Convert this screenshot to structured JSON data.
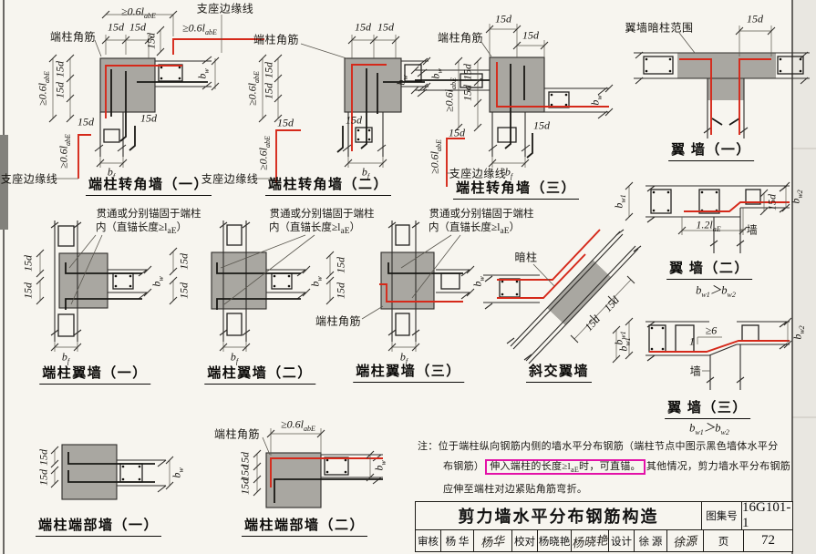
{
  "dims": {
    "d15": "15d",
    "ge06l": "≥0.6l",
    "sub_labE": "abE",
    "sub_laE": "aE",
    "b": "b",
    "sub_f": "f",
    "sub_w": "w",
    "sub_w1": "w1",
    "sub_w2": "w2",
    "l12": "1.2l",
    "ge6": "≥6",
    "one": "1",
    "gt": "＞"
  },
  "labels": {
    "corner_bar": "端柱角筋",
    "support_edge": "支座边缘线",
    "anchor1": "贯通或分别锚固于端柱",
    "anchor2a": "内（直锚长度≥l",
    "anchor2b": "）",
    "wing_range": "翼墙暗柱范围",
    "hidden_column": "暗柱",
    "wall": "墙"
  },
  "titles": {
    "d1": "端柱转角墙（一）",
    "d2": "端柱转角墙（二）",
    "d3": "端柱转角墙（三）",
    "d4": "翼 墙（一）",
    "d5": "端柱翼墙（一）",
    "d6": "端柱翼墙（二）",
    "d7": "端柱翼墙（三）",
    "d8": "斜交翼墙",
    "d9": "翼 墙（二）",
    "d10": "翼 墙（三）",
    "d11": "端柱端部墙（一）",
    "d12": "端柱端部墙（二）"
  },
  "note": {
    "line1": "注：位于端柱纵向钢筋内侧的墙水平分布钢筋（端柱节点中图示黑色墙体水平分",
    "line2_pre": "布钢筋）",
    "hl_pre": "伸入端柱的长度≥l",
    "hl_sub": "aE",
    "hl_post": "时，可直锚。",
    "line2_post": "其他情况，剪力墙水平分布钢筋",
    "line3": "应伸至端柱对边紧贴角筋弯折。"
  },
  "titleblock": {
    "title": "剪力墙水平分布钢筋构造",
    "atlas_label": "图集号",
    "atlas_no": "16G101-1",
    "page_label": "页",
    "page_no": "72",
    "review_label": "审核",
    "reviewer": "杨  华",
    "reviewer_sig": "杨华",
    "check_label": "校对",
    "checker": "杨晓艳",
    "checker_sig": "杨晓艳",
    "design_label": "设计",
    "designer": "徐  源",
    "designer_sig": "徐源"
  },
  "colors": {
    "rebar_red": "#d5291a",
    "highlight_magenta": "#e312a8",
    "concrete_gray": "#a9a7a1"
  }
}
